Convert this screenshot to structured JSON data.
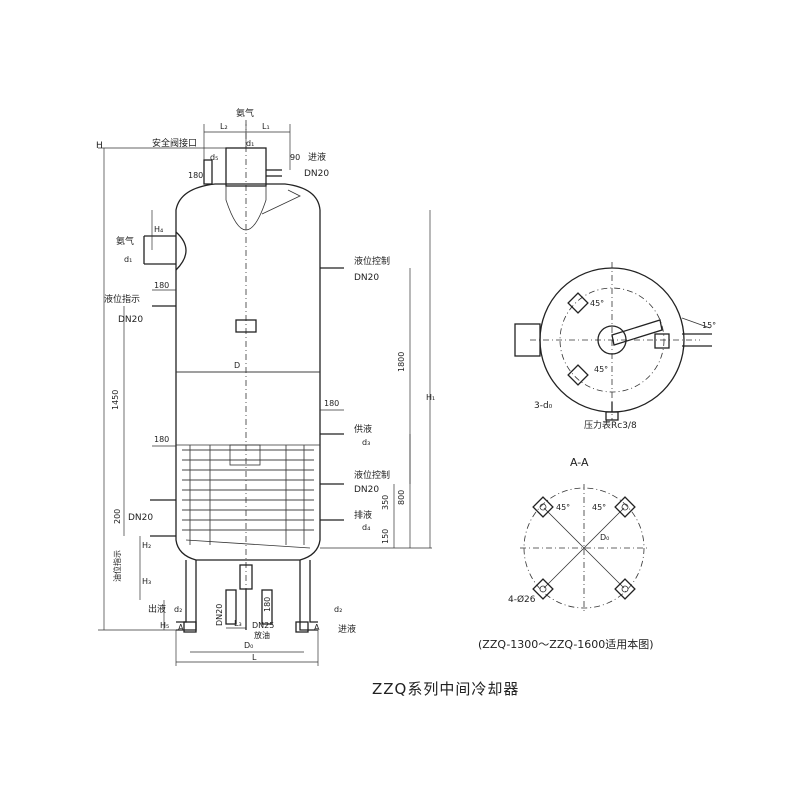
{
  "caption": "ZZQ系列中间冷却器",
  "applicability_note": "(ZZQ-1300～ZZQ-1600适用本图)",
  "section_label": "A-A",
  "labels": {
    "ammonia_top": "氨气",
    "ammonia_side": "氨气",
    "safety_valve": "安全阀接口",
    "liquid_in_top": "进液",
    "liquid_level_control_upper": "液位控制",
    "liquid_level_indicator": "液位指示",
    "liquid_supply": "供液",
    "liquid_level_control_lower": "液位控制",
    "liquid_drain": "排液",
    "oil_level_indicator": "油位指示",
    "liquid_out": "出液",
    "liquid_in_bottom": "进液",
    "oil_drain": "放油",
    "pressure_gauge": "压力表Rc3/8"
  },
  "dims": {
    "L1": "L₁",
    "L2": "L₂",
    "L3": "L₃",
    "d1_top": "d₁",
    "d1_side": "d₁",
    "d2_left": "d₂",
    "d2_right": "d₂",
    "d3": "d₃",
    "d4": "d₄",
    "d5": "d₅",
    "H": "H",
    "H1": "H₁",
    "H2": "H₂",
    "H3": "H₃",
    "H4": "H₄",
    "H5": "H₅",
    "D": "D",
    "D0": "D₀",
    "D0_plan": "D₀",
    "L": "L",
    "A_left": "A",
    "A_right": "A",
    "n180_top": "180",
    "n90": "90",
    "n180_indicator": "180",
    "n1450": "1450",
    "n1800": "1800",
    "n180_supply": "180",
    "n180_left": "180",
    "n200": "200",
    "n800": "800",
    "n350": "350",
    "n150": "150",
    "n180_bottom": "180",
    "dn20_top": "DN20",
    "dn20_ctrl_upper": "DN20",
    "dn20_indicator": "DN20",
    "dn20_ctrl_lower": "DN20",
    "dn20_oil": "DN20",
    "dn20_bottom": "DN20",
    "dn25": "DN25",
    "deg45_a": "45°",
    "deg45_b": "45°",
    "deg15": "15°",
    "holes_3d0": "3-d₀",
    "deg45_c": "45°",
    "deg45_d": "45°",
    "holes_4d26": "4-Ø26"
  }
}
